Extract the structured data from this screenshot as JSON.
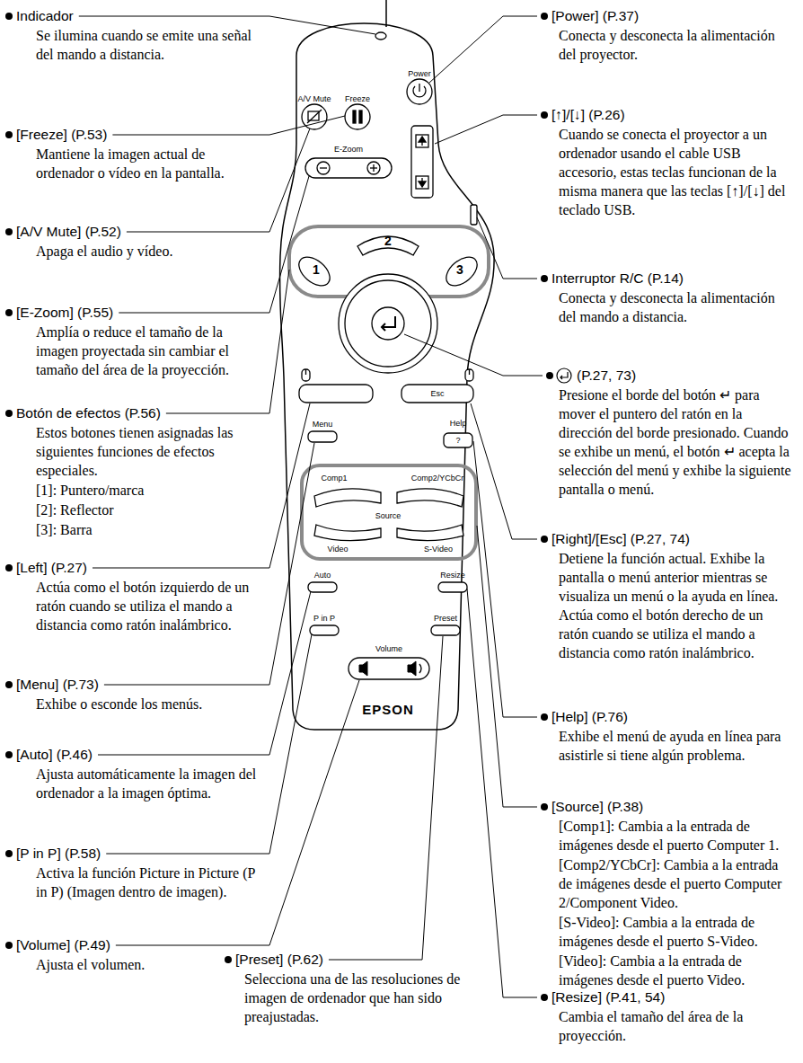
{
  "diagram": {
    "labels": [
      "Indicador",
      "Se ilumina cuando se emite una señal del mando a distancia.",
      "[Freeze] (P.53)",
      "Mantiene la imagen actual de ordenador o vídeo en la pantalla.",
      "[A/V Mute] (P.52)",
      "Apaga el audio y vídeo.",
      "[E-Zoom] (P.55)",
      "Amplía o reduce el tamaño de la imagen proyectada sin cambiar el tamaño del área de la proyección.",
      "Botón de efectos (P.56)",
      "Estos botones tienen asignadas las siguientes funciones de efectos especiales.",
      "[1]: Puntero/marca",
      "[2]: Reflector",
      "[3]: Barra",
      "[Left] (P.27)",
      "Actúa como el botón izquierdo de un ratón cuando se utiliza el mando a distancia como ratón inalámbrico.",
      "[Menu] (P.73)",
      "Exhibe o esconde los menús.",
      "[Auto] (P.46)",
      "Ajusta automáticamente la imagen del ordenador a la imagen óptima.",
      "[P in P] (P.58)",
      "Activa la función Picture in Picture (P in P) (Imagen dentro de imagen).",
      "[Volume] (P.49)",
      "Ajusta el volumen.",
      "[Preset] (P.62)",
      "Selecciona una de las resoluciones de imagen de ordenador que han sido preajustadas.",
      "[Power] (P.37)",
      "Conecta y desconecta la alimentación del proyector.",
      "[↑]/[↓] (P.26)",
      "Cuando se conecta el proyector a un ordenador usando el cable USB accesorio, estas teclas funcionan de la misma manera que las teclas [↑]/[↓] del teclado USB.",
      "Interruptor R/C (P.14)",
      "Conecta y desconecta la alimentación del mando a distancia.",
      "(P.27, 73)",
      "Presione el borde del botón ↵ para mover el puntero del ratón en la dirección del borde presionado. Cuando se exhibe un menú, el botón ↵ acepta la selección del menú y exhibe la siguiente pantalla o menú.",
      "[Right]/[Esc] (P.27, 74)",
      "Detiene la función actual. Exhibe la pantalla o menú anterior mientras se visualiza un menú o la ayuda en línea. Actúa como el botón derecho de un ratón cuando se utiliza el mando a distancia como ratón inalámbrico.",
      "[Help] (P.76)",
      "Exhibe el menú de ayuda en línea para asistirle si tiene algún problema.",
      "[Source] (P.38)",
      "[Comp1]: Cambia a la entrada de imágenes desde el puerto Computer 1.",
      "[Comp2/YCbCr]: Cambia a la entrada de imágenes desde el puerto Computer 2/Component Video.",
      "[S-Video]: Cambia a la entrada de imágenes desde el puerto S-Video.",
      "[Video]: Cambia a la entrada de imágenes desde el puerto Video.",
      "[Resize] (P.41, 54)",
      "Cambia el tamaño del área de la proyección.",
      "Power",
      "A/V Mute",
      "Freeze",
      "E-Zoom",
      "2",
      "1",
      "3",
      "Esc",
      "Menu",
      "Help",
      "?",
      "Comp1",
      "Comp2/YCbCr",
      "Source",
      "Video",
      "S-Video",
      "Auto",
      "Resize",
      "P in P",
      "Preset",
      "Volume",
      "EPSON"
    ]
  }
}
